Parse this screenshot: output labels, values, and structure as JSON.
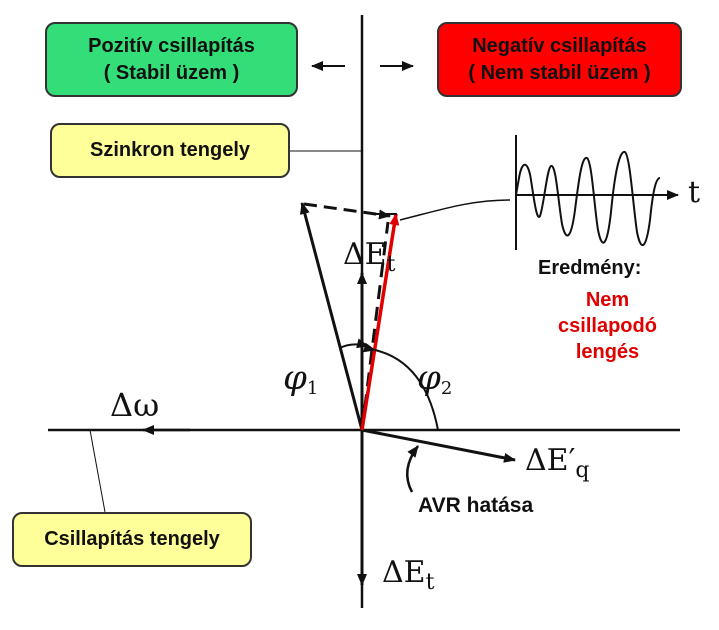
{
  "boxes": {
    "positive_line1": "Pozitív csillapítás",
    "positive_line2": "( Stabil üzem )",
    "negative_line1": "Negatív csillapítás",
    "negative_line2": "( Nem stabil üzem )",
    "sync_axis": "Szinkron tengely",
    "damping_axis": "Csillapítás tengely"
  },
  "labels": {
    "result_title": "Eredmény:",
    "result_line1": "Nem",
    "result_line2": "csillapodó",
    "result_line3": "lengés",
    "avr_effect": "AVR hatása",
    "delta_omega": "Δω",
    "delta_et_top": "ΔE",
    "delta_et_top_sub": "t",
    "delta_et_bottom": "ΔE",
    "delta_et_bottom_sub": "t",
    "delta_eq": "ΔE′",
    "delta_eq_sub": "q",
    "phi1": "φ",
    "phi1_sub": "1",
    "phi2": "φ",
    "phi2_sub": "2",
    "time_axis": "t"
  },
  "colors": {
    "positive_box": "#33dd77",
    "negative_box": "#ff0000",
    "axis_label_box": "#ffff99",
    "result_text": "#e00000",
    "resultant_vector": "#e00000"
  }
}
